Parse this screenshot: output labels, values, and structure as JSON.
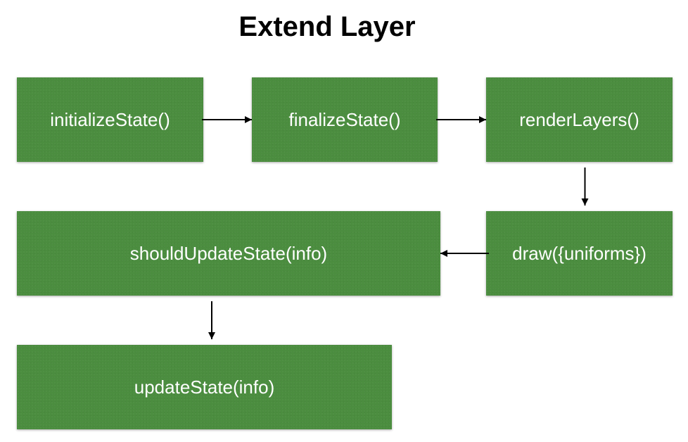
{
  "title": "Extend Layer",
  "colors": {
    "node_fill": "#4b8d3f",
    "node_text": "#ffffff",
    "arrow": "#000000"
  },
  "nodes": [
    {
      "id": "n1",
      "label": "initializeState()"
    },
    {
      "id": "n2",
      "label": "finalizeState()"
    },
    {
      "id": "n3",
      "label": "renderLayers()"
    },
    {
      "id": "n4",
      "label": "draw({uniforms})"
    },
    {
      "id": "n5",
      "label": "shouldUpdateState(info)"
    },
    {
      "id": "n6",
      "label": "updateState(info)"
    }
  ],
  "edges": [
    {
      "from": "n1",
      "to": "n2"
    },
    {
      "from": "n2",
      "to": "n3"
    },
    {
      "from": "n3",
      "to": "n4"
    },
    {
      "from": "n4",
      "to": "n5"
    },
    {
      "from": "n5",
      "to": "n6"
    }
  ]
}
